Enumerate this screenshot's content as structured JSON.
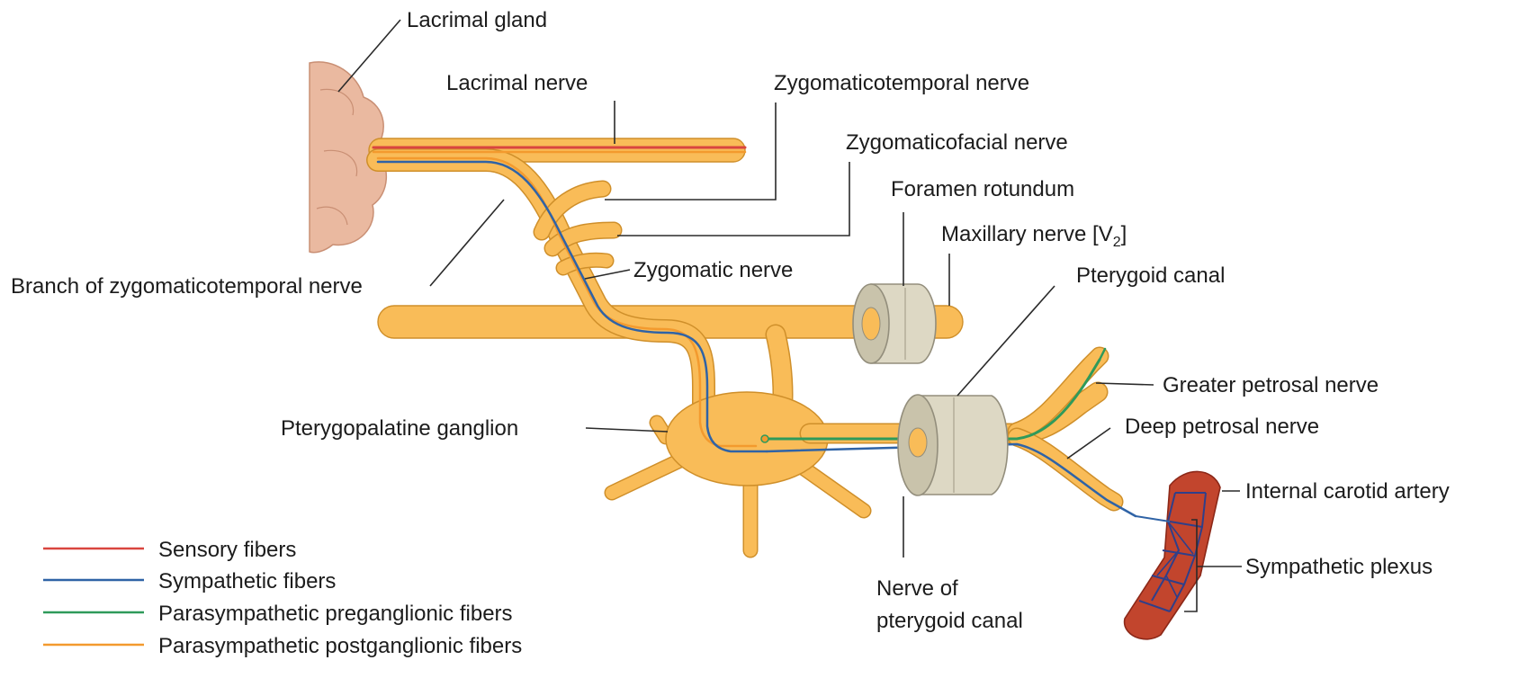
{
  "labels": {
    "lacrimal_gland": "Lacrimal gland",
    "lacrimal_nerve": "Lacrimal nerve",
    "zygomaticotemporal_nerve": "Zygomaticotemporal nerve",
    "zygomaticofacial_nerve": "Zygomaticofacial nerve",
    "foramen_rotundum": "Foramen rotundum",
    "maxillary_nerve": "Maxillary nerve [V",
    "maxillary_nerve_sub": "2",
    "maxillary_nerve_end": "]",
    "branch_zygomaticotemporal": "Branch of zygomaticotemporal nerve",
    "zygomatic_nerve": "Zygomatic nerve",
    "pterygoid_canal": "Pterygoid canal",
    "greater_petrosal_nerve": "Greater petrosal nerve",
    "deep_petrosal_nerve": "Deep petrosal nerve",
    "pterygopalatine_ganglion": "Pterygopalatine ganglion",
    "internal_carotid_artery": "Internal carotid artery",
    "sympathetic_plexus": "Sympathetic plexus",
    "nerve_of_pterygoid_canal_line1": "Nerve of",
    "nerve_of_pterygoid_canal_line2": "pterygoid canal"
  },
  "legend": [
    {
      "label": "Sensory fibers",
      "color": "#d9453f"
    },
    {
      "label": "Sympathetic fibers",
      "color": "#2f63a6"
    },
    {
      "label": "Parasympathetic preganglionic fibers",
      "color": "#2f9a5a"
    },
    {
      "label": "Parasympathetic postganglionic fibers",
      "color": "#f39a2e"
    }
  ],
  "colors": {
    "nerve_fill": "#f9bc58",
    "canal": "#ddd8c4",
    "gland": "#eab9a0",
    "artery": "#c2452d"
  }
}
